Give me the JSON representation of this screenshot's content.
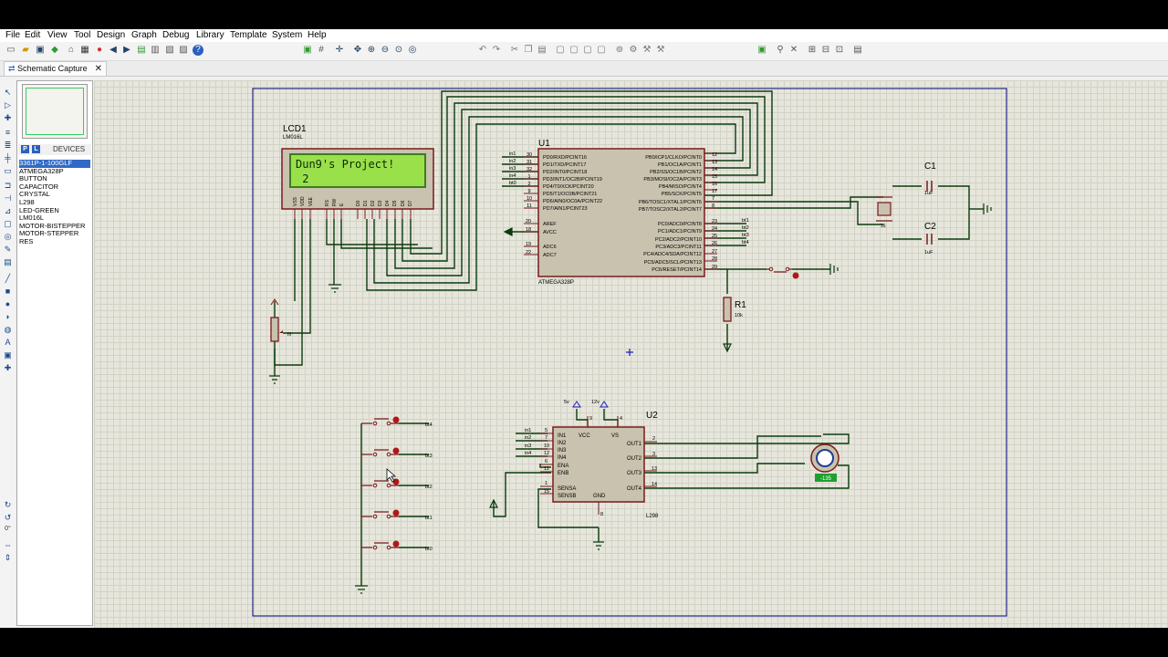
{
  "menu": [
    "File",
    "Edit",
    "View",
    "Tool",
    "Design",
    "Graph",
    "Debug",
    "Library",
    "Template",
    "System",
    "Help"
  ],
  "tab": {
    "label": "Schematic Capture",
    "close": "✕"
  },
  "devices": {
    "header": "DEVICES",
    "p_button": "P",
    "l_button": "L",
    "items": [
      "3361P-1-100GLF",
      "ATMEGA328P",
      "BUTTON",
      "CAPACITOR",
      "CRYSTAL",
      "L298",
      "LED-GREEN",
      "LM016L",
      "MOTOR-BISTEPPER",
      "MOTOR-STEPPER",
      "RES"
    ],
    "selected_index": 0
  },
  "lcd": {
    "ref": "LCD1",
    "part": "LM016L",
    "line1": "Dun9's Project!",
    "line2": " 2",
    "pins": [
      "VSS",
      "VDD",
      "VEE",
      "RS",
      "RW",
      "E",
      "D0",
      "D1",
      "D2",
      "D3",
      "D4",
      "D5",
      "D6",
      "D7"
    ]
  },
  "u1": {
    "ref": "U1",
    "part": "ATMEGA328P",
    "left_pins": [
      "PD0/RXD/PCINT16",
      "PD1/TXD/PCINT17",
      "PD2/INT0/PCINT18",
      "PD3/INT1/OC2B/PCINT19",
      "PD4/T0/XCK/PCINT20",
      "PD5/T1/OC0B/PCINT21",
      "PD6/AIN0/OC0A/PCINT22",
      "PD7/AIN1/PCINT23"
    ],
    "left_nums": [
      "30",
      "31",
      "32",
      "1",
      "2",
      "9",
      "10",
      "11"
    ],
    "left_nets": [
      "in1",
      "in2",
      "in3",
      "in4",
      "bt0",
      "",
      "",
      ""
    ],
    "aref": "AREF",
    "avcc": "AVCC",
    "aref_num": "20",
    "avcc_num": "18",
    "adc": [
      "ADC6",
      "ADC7"
    ],
    "adc_nums": [
      "19",
      "22"
    ],
    "right_pins_b": [
      "PB0/ICP1/CLKO/PCINT0",
      "PB1/OC1A/PCINT1",
      "PB2/SS/OC1B/PCINT2",
      "PB3/MOSI/OC2A/PCINT3",
      "PB4/MISO/PCINT4",
      "PB5/SCK/PCINT5",
      "PB6/TOSC1/XTAL1/PCINT6",
      "PB7/TOSC2/XTAL2/PCINT7"
    ],
    "right_nums_b": [
      "12",
      "13",
      "14",
      "15",
      "16",
      "17",
      "7",
      "8"
    ],
    "right_pins_c": [
      "PC0/ADC0/PCINT8",
      "PC1/ADC1/PCINT9",
      "PC2/ADC2/PCINT10",
      "PC3/ADC3/PCINT11",
      "PC4/ADC4/SDA/PCINT12",
      "PC5/ADC5/SCL/PCINT13",
      "PC6/RESET/PCINT14"
    ],
    "right_nums_c": [
      "23",
      "24",
      "25",
      "26",
      "27",
      "28",
      "29"
    ],
    "right_nets_c": [
      "bt1",
      "bt2",
      "bt3",
      "bt4",
      "",
      "",
      ""
    ]
  },
  "u2": {
    "ref": "U2",
    "part": "L298",
    "left_pins": [
      "IN1",
      "IN2",
      "IN3",
      "IN4",
      "ENA",
      "ENB",
      "SENSA",
      "SENSB"
    ],
    "left_nums": [
      "5",
      "7",
      "10",
      "12",
      "6",
      "11",
      "1",
      "15"
    ],
    "left_nets": [
      "in1",
      "in2",
      "in3",
      "in4",
      "",
      "",
      "",
      ""
    ],
    "top_pins": [
      "VCC",
      "VS"
    ],
    "top_nums": [
      "9",
      "4"
    ],
    "right_pins": [
      "OUT1",
      "OUT2",
      "OUT3",
      "OUT4"
    ],
    "right_nums": [
      "2",
      "3",
      "13",
      "14"
    ],
    "gnd": "GND",
    "gnd_num": "8",
    "supply": [
      "5v",
      "12v"
    ]
  },
  "caps": [
    {
      "ref": "C1",
      "value": "1uF"
    },
    {
      "ref": "C2",
      "value": "1uF"
    }
  ],
  "xtal": {
    "label": "16"
  },
  "r1": {
    "ref": "R1",
    "value": "10k"
  },
  "pot": {
    "value": "III"
  },
  "motor": {
    "readout": "-135"
  },
  "buttons": [
    "bt4",
    "bt3",
    "bt2",
    "bt1",
    "bt0"
  ],
  "colors": {
    "wire": "#0b3b0b",
    "comp": "#7a1a1a",
    "compfill": "#c9c2ae",
    "lcdbg": "#9ae04a",
    "lcdbezel": "#3c7d1e",
    "sheet": "#000080",
    "pin": "#1f1fbf"
  }
}
